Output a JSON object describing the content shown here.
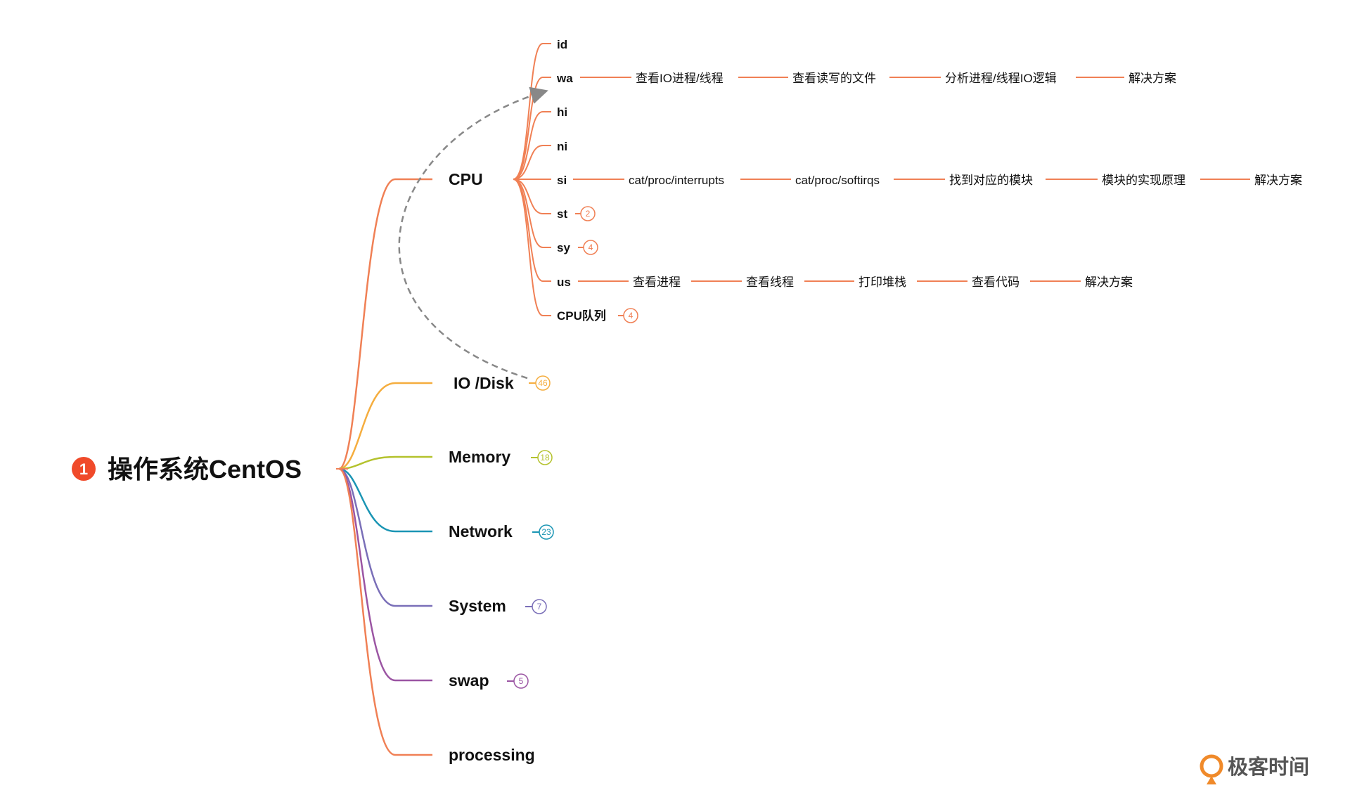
{
  "root": {
    "number": "1",
    "label": "操作系统CentOS",
    "color": "#f04a2a"
  },
  "branches": [
    {
      "label": "CPU",
      "color": "#f08055",
      "badge": null
    },
    {
      "label": "IO /Disk",
      "color": "#f5ad3e",
      "badge": "46"
    },
    {
      "label": "Memory",
      "color": "#b4c22d",
      "badge": "18"
    },
    {
      "label": "Network",
      "color": "#1a95b4",
      "badge": "23"
    },
    {
      "label": "System",
      "color": "#7a6fb8",
      "badge": "7"
    },
    {
      "label": "swap",
      "color": "#9b55a3",
      "badge": "5"
    },
    {
      "label": "processing",
      "color": "#f08055",
      "badge": null
    }
  ],
  "cpu_children": [
    {
      "label": "id",
      "badge": null,
      "chain": []
    },
    {
      "label": "wa",
      "badge": null,
      "chain": [
        "查看IO进程/线程",
        "查看读写的文件",
        "分析进程/线程IO逻辑",
        "解决方案"
      ]
    },
    {
      "label": "hi",
      "badge": null,
      "chain": []
    },
    {
      "label": "ni",
      "badge": null,
      "chain": []
    },
    {
      "label": "si",
      "badge": null,
      "chain": [
        "cat/proc/interrupts",
        "cat/proc/softirqs",
        "找到对应的模块",
        "模块的实现原理",
        "解决方案"
      ]
    },
    {
      "label": "st",
      "badge": "2",
      "chain": []
    },
    {
      "label": "sy",
      "badge": "4",
      "chain": []
    },
    {
      "label": "us",
      "badge": null,
      "chain": [
        "查看进程",
        "查看线程",
        "打印堆栈",
        "查看代码",
        "解决方案"
      ]
    },
    {
      "label": "CPU队列",
      "badge": "4",
      "chain": []
    }
  ],
  "cpu_color": "#f08055",
  "relation_arrow": {
    "from": "IO /Disk",
    "to": "wa",
    "color": "#888888"
  },
  "watermark": {
    "text": "极客时间",
    "color": "#f08a2a"
  }
}
